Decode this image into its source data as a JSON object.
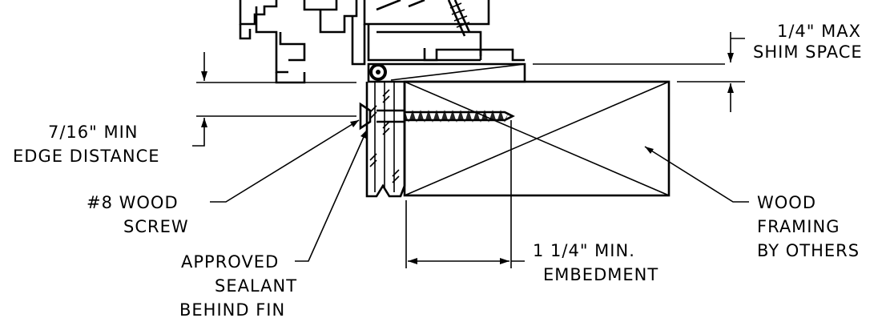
{
  "labels": {
    "shim_line1": "1/4\" MAX",
    "shim_line2": "SHIM SPACE",
    "edge_line1": "7/16\" MIN",
    "edge_line2": "EDGE DISTANCE",
    "screw_line1": "#8 WOOD",
    "screw_line2": "SCREW",
    "sealant_line1": "APPROVED",
    "sealant_line2": "SEALANT",
    "sealant_line3": "BEHIND FIN",
    "embed_line1": "1 1/4\" MIN.",
    "embed_line2": "EMBEDMENT",
    "framing_line1": "WOOD",
    "framing_line2": "FRAMING",
    "framing_line3": "BY OTHERS"
  }
}
